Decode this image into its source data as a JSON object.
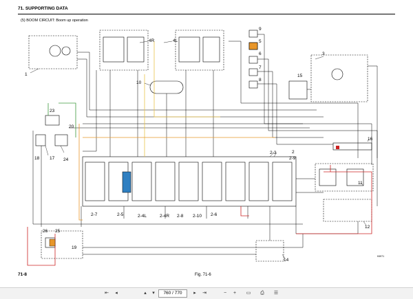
{
  "header": {
    "section_title": "71. SUPPORTING DATA",
    "subsection_title": "(5)  BOOM CIRCUIT: Boom up operation"
  },
  "footer": {
    "page_number": "71-8",
    "figure_caption": "Fig. 71-6",
    "code_label": "K6971"
  },
  "callouts": {
    "c1": "1",
    "c2": "2",
    "c3": "3",
    "c4R": "4R",
    "c4L": "4L",
    "c5": "5",
    "c6": "6",
    "c7": "7",
    "c8": "8",
    "c9": "9",
    "c10": "10",
    "c11": "11",
    "c12": "12",
    "c14": "14",
    "c15": "15",
    "c16": "16",
    "c17": "17",
    "c18": "18",
    "c19": "19",
    "c20": "20",
    "c23": "23",
    "c24": "24",
    "c25": "25",
    "c26": "26",
    "c2_3": "2-3",
    "c2_9": "2-9",
    "c2_7": "2-7",
    "c2_5": "2-5",
    "c2_4L": "2-4L",
    "c2_4R": "2-4R",
    "c2_8": "2-8",
    "c2_10": "2-10",
    "c2_6": "2-6"
  },
  "toolbar": {
    "page_value": "760 / 770",
    "icons": [
      "first-page-icon",
      "prev-page-icon",
      "next-page-icon",
      "last-page-icon",
      "zoom-out-icon",
      "zoom-in-icon",
      "fit-icon",
      "print-icon",
      "menu-icon"
    ]
  },
  "colors": {
    "line": "#000000",
    "highlight_orange": "#e8962a",
    "highlight_blue": "#2f7fc1",
    "highlight_red": "#cc2222",
    "highlight_green": "#3c9a3c",
    "highlight_yellow": "#e9c44b"
  }
}
